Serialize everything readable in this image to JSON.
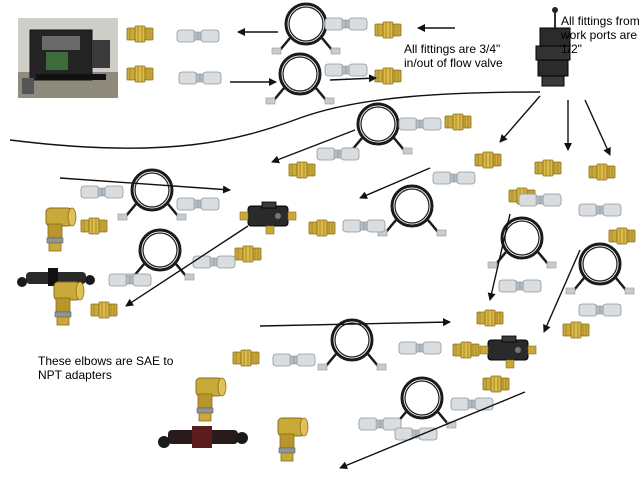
{
  "notes": {
    "top_right": "All fittings from\nwork ports are\n1/2\"",
    "middle": "All fittings are 3/4\"\nin/out of flow valve",
    "elbows_1": "These elbows are SAE to",
    "elbows_2": "NPT adapters"
  },
  "colors": {
    "brass": "#c9a93a",
    "brass_dark": "#8a6d1a",
    "steel": "#cfd3d6",
    "steel_dark": "#8e969c",
    "hose": "#1a1a1a",
    "arrow": "#111111",
    "valve": "#2a2a2a",
    "cylinder": "#3a1c1c"
  },
  "icons": [
    "hydraulic-pump-photo",
    "control-valve-icon",
    "flow-divider-valve-icon",
    "hydraulic-cylinder-icon",
    "elbow-adapter-icon",
    "straight-fitting-icon",
    "hose-coupler-icon",
    "hose-coil-icon"
  ]
}
